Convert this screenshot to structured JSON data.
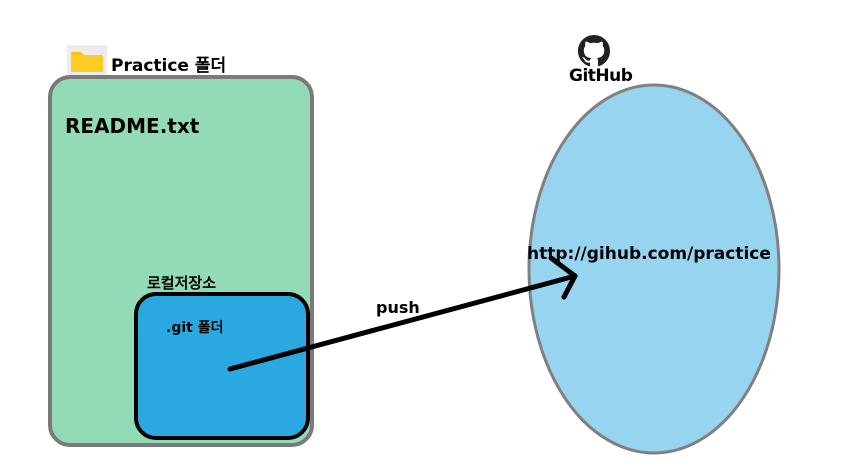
{
  "folder": {
    "icon": "folder-icon",
    "title": "Practice 폴더",
    "file": "README.txt"
  },
  "local_repo": {
    "label": "로컬저장소",
    "git_folder": ".git 폴더"
  },
  "action": {
    "label": "push"
  },
  "remote": {
    "icon": "github-icon",
    "name": "GitHub",
    "url": "http://gihub.com/practice"
  },
  "colors": {
    "folder_fill": "#93dab7",
    "folder_border": "#7a7a7a",
    "git_fill": "#2aa9e0",
    "remote_fill": "#97d4f0",
    "folder_icon": "#ffc20e",
    "arrow": "#000000"
  }
}
